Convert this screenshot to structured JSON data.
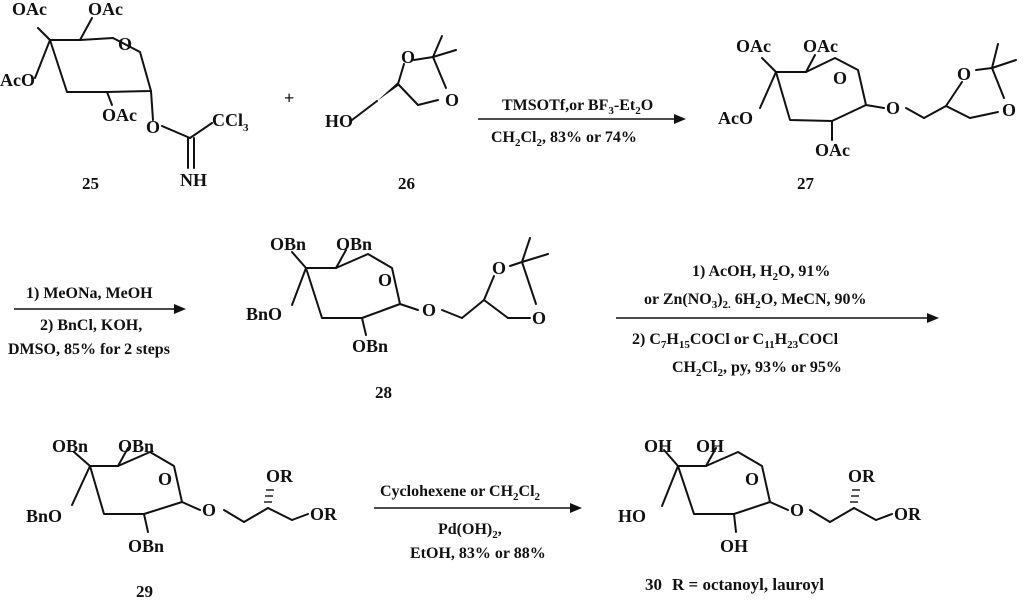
{
  "compounds": {
    "c25": {
      "label": "25",
      "oac_top": "OAc",
      "oac_ch2": "OAc",
      "aco": "AcO",
      "oac_c2": "OAc",
      "o_ring": "O",
      "o_link": "O",
      "ccl3": "CCl",
      "ccl3_sub": "3",
      "nh": "NH"
    },
    "plus": "+",
    "c26": {
      "label": "26",
      "ho": "HO",
      "o1": "O",
      "o2": "O"
    },
    "c27": {
      "label": "27",
      "oac_top": "OAc",
      "oac_ch2": "OAc",
      "aco": "AcO",
      "oac_c2": "OAc",
      "o_ring": "O",
      "o_link": "O",
      "o1": "O",
      "o2": "O"
    },
    "c28": {
      "label": "28",
      "obn_top": "OBn",
      "obn_ch2": "OBn",
      "bno": "BnO",
      "obn_c2": "OBn",
      "o_ring": "O",
      "o_link": "O",
      "o1": "O",
      "o2": "O"
    },
    "c29": {
      "label": "29",
      "obn_top": "OBn",
      "obn_ch2": "OBn",
      "bno": "BnO",
      "obn_c2": "OBn",
      "o_ring": "O",
      "o_link": "O",
      "or1": "OR",
      "or2": "OR"
    },
    "c30": {
      "label": "30",
      "r_def": "R = octanoyl, lauroyl",
      "oh_top": "OH",
      "oh_ch2": "OH",
      "ho": "HO",
      "oh_c2": "OH",
      "o_ring": "O",
      "o_link": "O",
      "or1": "OR",
      "or2": "OR"
    }
  },
  "steps": {
    "s1": {
      "above": "TMSOTf,or BF",
      "above_sub": "3",
      "above_tail": "-Et",
      "above_sub2": "2",
      "above_end": "O",
      "below": "CH",
      "below_sub": "2",
      "below_mid": "Cl",
      "below_sub2": "2",
      "below_tail": ", 83% or 74%"
    },
    "s2": {
      "line1": "1) MeONa, MeOH",
      "line2": "2) BnCl, KOH,",
      "line3": "DMSO, 85% for 2 steps"
    },
    "s3": {
      "line1": "1) AcOH, H",
      "line1_sub": "2",
      "line1_tail": "O, 91%",
      "line2": "or Zn(NO",
      "line2_sub": "3",
      "line2_mid": ")",
      "line2_sub2": "2.",
      "line2_tail": " 6H",
      "line2_sub3": "2",
      "line2_end": "O, MeCN, 90%",
      "line3": "2) C",
      "line3_sub": "7",
      "line3_b": "H",
      "line3_sub2": "15",
      "line3_c": "COCl or C",
      "line3_sub3": "11",
      "line3_d": "H",
      "line3_sub4": "23",
      "line3_e": "COCl",
      "line4": "CH",
      "line4_sub": "2",
      "line4_b": "Cl",
      "line4_sub2": "2",
      "line4_c": ", py, 93% or 95%"
    },
    "s4": {
      "above": "Cyclohexene or CH",
      "above_sub": "2",
      "above_mid": "Cl",
      "above_sub2": "2",
      "below1": "Pd(OH)",
      "below1_sub": "2",
      "below1_tail": ",",
      "below2": "EtOH, 83% or 88%"
    }
  }
}
